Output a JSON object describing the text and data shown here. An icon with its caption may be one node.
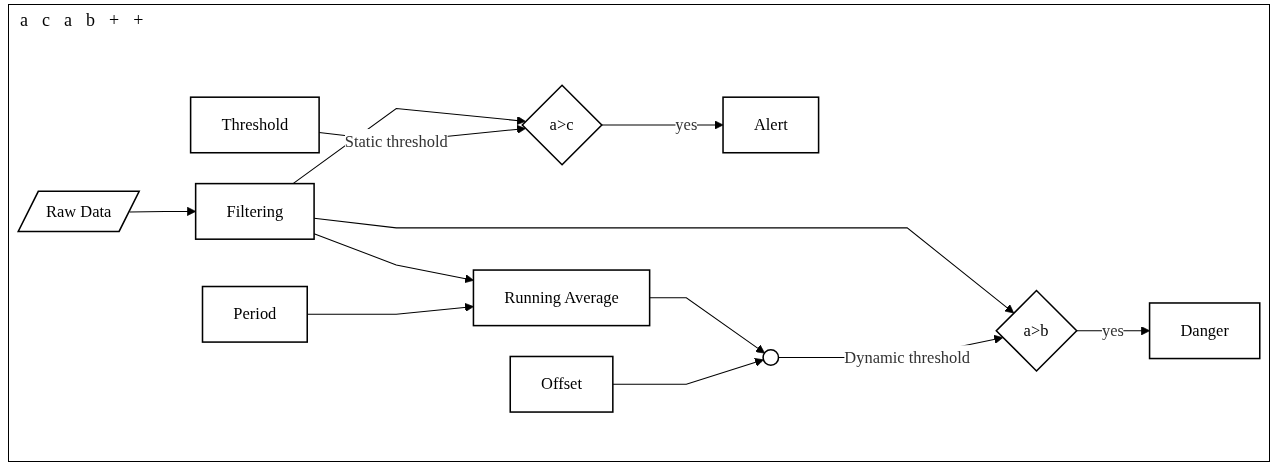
{
  "diagram": {
    "nodes": [
      {
        "text": [
          "Raw Data"
        ]
      },
      {
        "text": [
          "Filtering"
        ]
      },
      {
        "text": [
          "a>c"
        ]
      },
      {
        "text": [
          "Alert"
        ]
      },
      {
        "text": [
          "Threshold"
        ]
      },
      {
        "text": [
          "a>b"
        ]
      },
      {
        "text": [
          "Danger"
        ]
      },
      {
        "text": [
          "Running Average"
        ]
      },
      {
        "text": [],
        "shape": "circle"
      },
      {
        "text": [
          "Period"
        ]
      },
      {
        "text": [
          "Offset"
        ]
      }
    ],
    "edges": [
      {
        "from": 0,
        "to": 1,
        "arrow": "to"
      },
      {
        "from": 1,
        "to": 2,
        "arrow": "to"
      },
      {
        "from": 2,
        "to": 3,
        "arrow": "to",
        "label": "yes"
      },
      {
        "from": 4,
        "to": 2,
        "arrow": "to",
        "label": "Static threshold"
      },
      {
        "from": 1,
        "to": 5,
        "arrow": "to"
      },
      {
        "from": 5,
        "to": 6,
        "arrow": "to",
        "label": "yes"
      },
      {
        "from": 1,
        "to": 7,
        "arrow": "to"
      },
      {
        "from": 9,
        "to": 7,
        "arrow": "to"
      },
      {
        "from": 7,
        "to": 8,
        "arrow": "to"
      },
      {
        "from": 10,
        "to": 8,
        "arrow": "to"
      },
      {
        "from": 8,
        "to": 5,
        "arrow": "to",
        "label": "Dynamic threshold"
      }
    ],
    "labels": [
      "a",
      "c",
      "a",
      "b",
      "+",
      "+"
    ]
  }
}
